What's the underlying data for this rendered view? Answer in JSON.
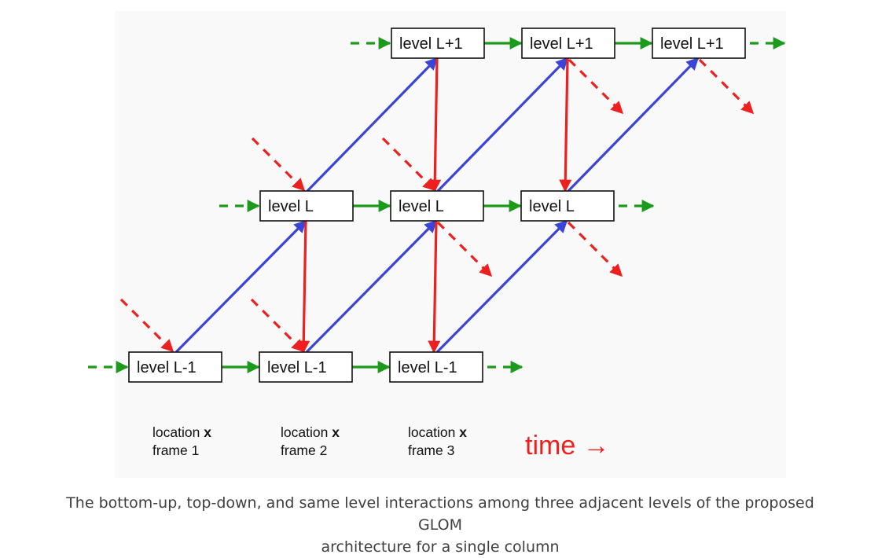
{
  "diagram": {
    "background": "#f9f9f9",
    "box_fill": "#ffffff",
    "colors": {
      "same_level": "#1c9a1c",
      "bottom_up": "#3a44d6",
      "top_down": "#ee1f1f"
    },
    "rows": [
      {
        "name": "row-top",
        "labels": [
          "level L+1",
          "level L+1",
          "level L+1"
        ]
      },
      {
        "name": "row-mid",
        "labels": [
          "level L",
          "level L",
          "level L"
        ]
      },
      {
        "name": "row-bottom",
        "labels": [
          "level L-1",
          "level L-1",
          "level L-1"
        ]
      }
    ],
    "columns": [
      {
        "location": "location",
        "var": "x",
        "frame": "frame 1"
      },
      {
        "location": "location",
        "var": "x",
        "frame": "frame 2"
      },
      {
        "location": "location",
        "var": "x",
        "frame": "frame 3"
      }
    ],
    "time_label": "time →"
  },
  "caption": {
    "line1": "The bottom-up, top-down, and same level interactions among three adjacent levels of the proposed GLOM",
    "line2": "architecture for a single column"
  }
}
